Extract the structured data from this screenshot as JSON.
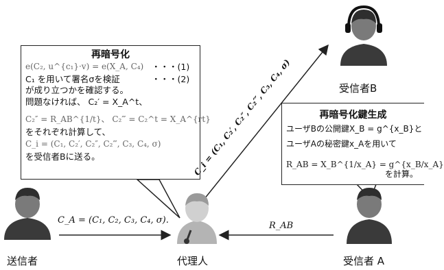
{
  "left_box": {
    "title": "再暗号化",
    "eq1": "e(C₂, u^{c₁}·v) = e(X_A, C₄)",
    "eq1_tag": "・・・(1)",
    "line2": "C₁ を用いて署名σを検証",
    "line2_tag": "・・・(2)",
    "line3": "が成り立つかを確認する。",
    "line4": "問題なければ、 C₂′ = X_A^t、",
    "line5": "C₂″ = R_AB^{1/t}、 C₂‴ = C₂^t = X_A^{rt}",
    "line6": "をそれぞれ計算して、",
    "line7": "C_i = (C₁, C₂′, C₂″, C₂‴, C₃, C₄, σ)",
    "line8": "を受信者Bに送る。"
  },
  "right_box": {
    "title": "再暗号化鍵生成",
    "line1": "ユーザBの公開鍵X_B = g^{x_B}と",
    "line2": "ユーザAの秘密鍵x_Aを用いて",
    "line3_eq": "R_AB = X_B^{1/x_A} = g^{x_B/x_A}",
    "line3_tail": "を計算。"
  },
  "arrows": {
    "sender_to_proxy": "C_A = (C₁, C₂, C₃, C₄, σ).",
    "receiverA_to_proxy": "R_AB",
    "proxy_to_receiverB": "C_i = (C₁, C₂′, C₂″, C₂‴, C₃, C₄, σ)"
  },
  "actors": {
    "sender": "送信者",
    "proxy": "代理人",
    "receiver_a": "受信者 A",
    "receiver_b": "受信者B"
  },
  "colors": {
    "head": "#6f6f6f",
    "body": "#3a3a3a",
    "proxy": "#bfbfbf"
  }
}
